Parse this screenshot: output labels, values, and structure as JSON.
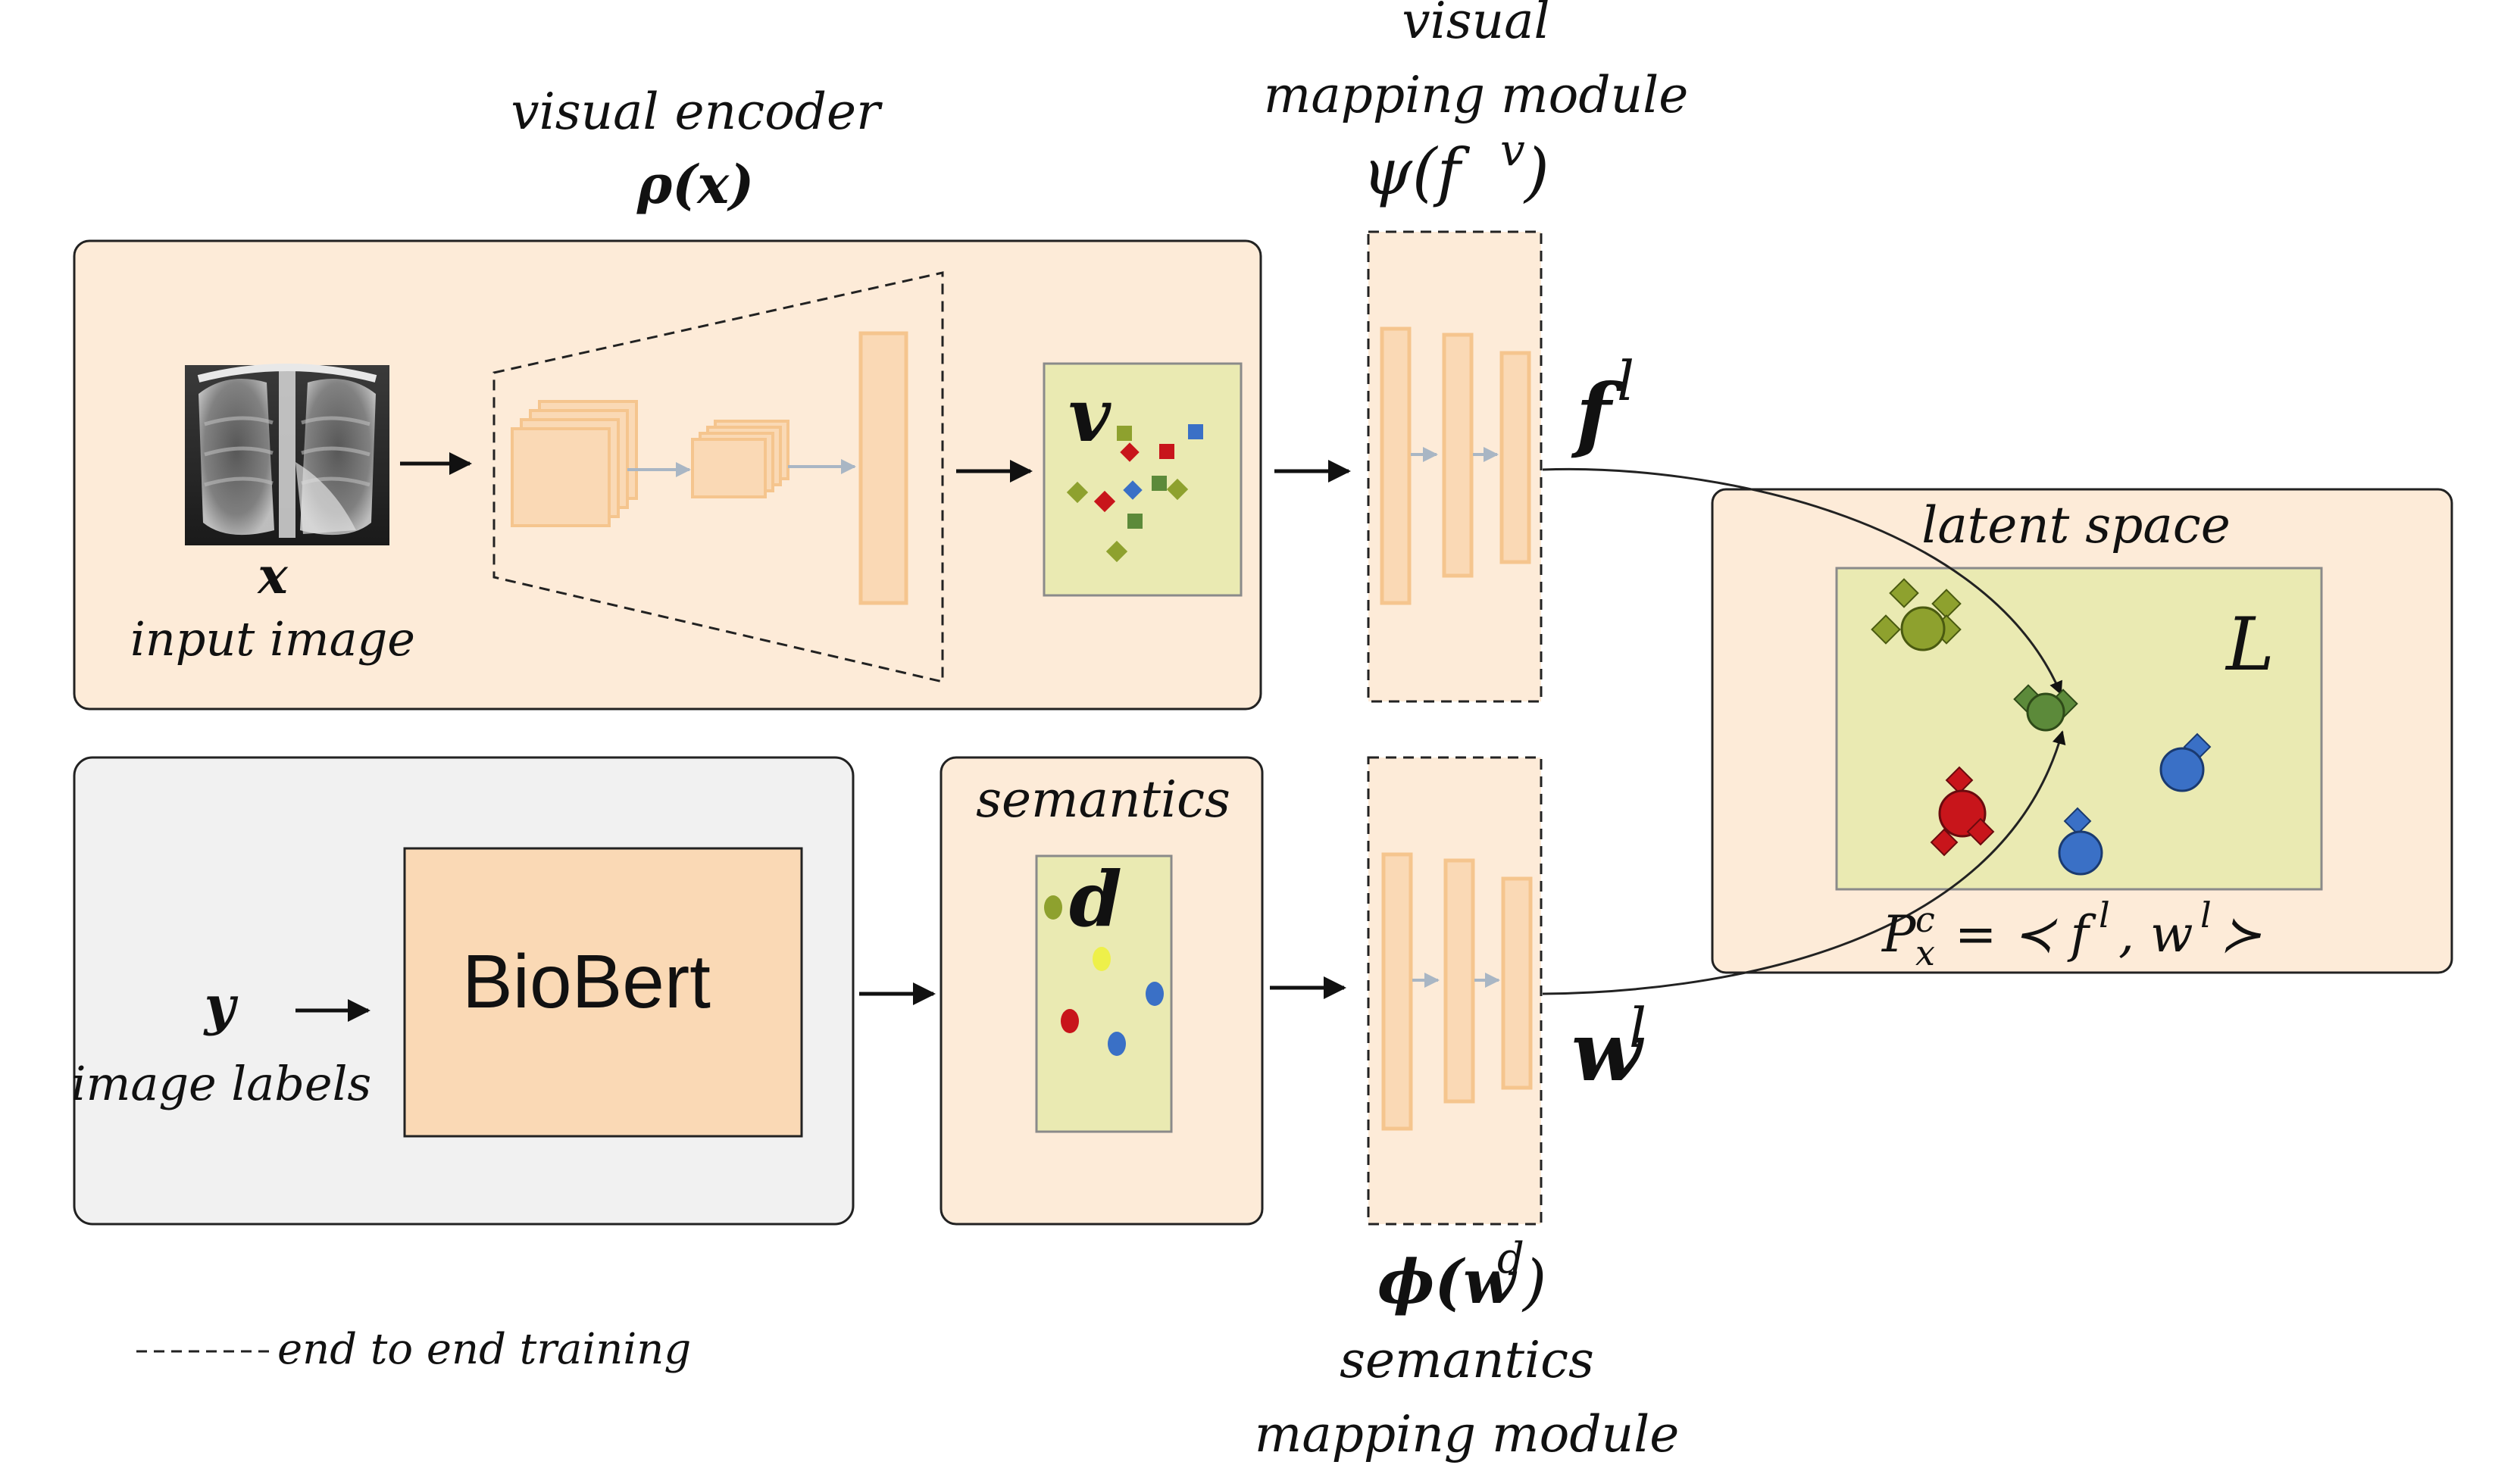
{
  "labels": {
    "visual_encoder_title": "visual encoder",
    "visual_encoder_fn": "ρ(x)",
    "visual_mapping_title_1": "visual",
    "visual_mapping_title_2": "mapping module",
    "visual_mapping_fn": "ψ(f",
    "visual_mapping_fn_sup": "v",
    "visual_mapping_fn_close": ")",
    "input_var": "x",
    "input_caption": "input image",
    "embedding_v": "v",
    "f_l": "f",
    "f_l_sup": "l",
    "w_l": "w",
    "w_l_sup": "l",
    "latent_title": "latent space",
    "latent_symbol": "L",
    "prob_formula": "P",
    "prob_sub": "x",
    "prob_sup": "c",
    "prob_rest": "= ≺ f",
    "prob_l1": "l",
    "prob_mid": ", w",
    "prob_l2": "l",
    "prob_end": "≻",
    "label_var": "y",
    "label_caption": "image labels",
    "biobert": "BioBert",
    "semantics_title": "semantics",
    "semantics_d": "d",
    "semantics_fn": "ϕ(w",
    "semantics_fn_sup": "d",
    "semantics_fn_close": ")",
    "semantics_mapping_1": "semantics",
    "semantics_mapping_2": "mapping module",
    "legend_text": "end to end training"
  },
  "colors": {
    "panel_orange": "#fdebd8",
    "panel_gray": "#f1f1f1",
    "layer_fill": "#fad9b5",
    "layer_stroke": "#f5c58e",
    "embedding_fill": "#eaeab2",
    "biobert_fill": "#fad9b5",
    "olive": "#8ea12e",
    "red": "#c8151b",
    "blue": "#3a70c6",
    "dark_green": "#5c8a3a",
    "yellow": "#eef04a"
  },
  "icons": {
    "xray": "chest-xray-image"
  }
}
